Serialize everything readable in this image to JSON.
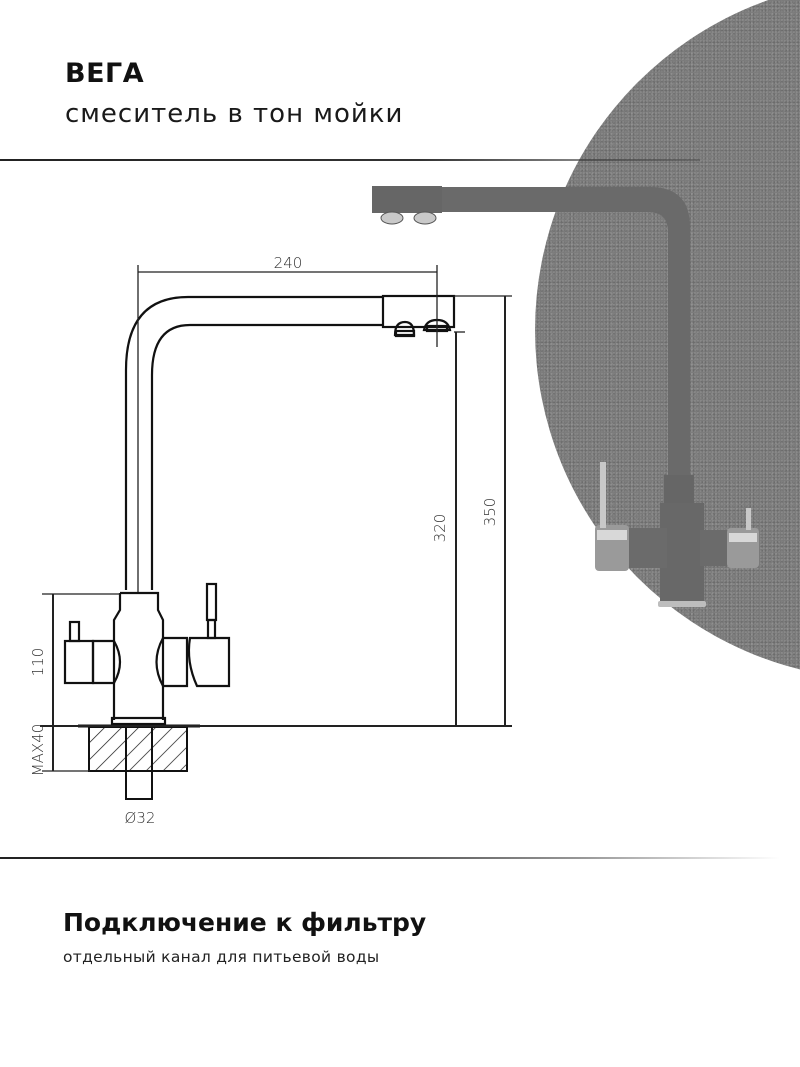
{
  "header": {
    "title": "ВЕГА",
    "subtitle": "смеситель в тон мойки"
  },
  "drawing": {
    "dimensions": {
      "spout_reach": "240",
      "spout_height": "320",
      "total_height": "350",
      "body_height": "110",
      "max_countertop": "MAX40",
      "diameter": "Ø32"
    }
  },
  "product_image": {
    "finish_color": "#6e6e6e",
    "background_color": "#7b7b7b",
    "chrome_color": "#b8b8b8"
  },
  "footer": {
    "title": "Подключение к фильтру",
    "subtitle": "отдельный канал для питьевой воды"
  }
}
